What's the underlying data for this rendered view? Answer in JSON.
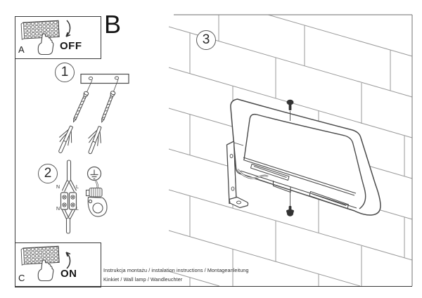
{
  "colors": {
    "background": "#ffffff",
    "outline": "#3a3a3a",
    "wall_line": "#9a9a9a",
    "lamp_line": "#4a4a4a",
    "screw_fill": "#333333",
    "text": "#1e1e1e"
  },
  "header": {
    "section_b_label": "B"
  },
  "panel_a": {
    "label": "A",
    "state_label": "OFF",
    "icons": {
      "fuse_panel": "fuse-switch-panel-icon",
      "hand": "pointing-hand-icon",
      "arrow": "curved-arrow-down-icon"
    }
  },
  "panel_c": {
    "label": "C",
    "state_label": "ON",
    "icons": {
      "fuse_panel": "fuse-switch-panel-icon",
      "hand": "pointing-hand-icon",
      "arrow": "curved-arrow-up-icon"
    }
  },
  "steps": {
    "one": {
      "number": "1",
      "illustration": "mounting-strip-with-wall-plugs-and-screws"
    },
    "two": {
      "number": "2",
      "illustration": "wire-terminal-block-and-ground-connection"
    },
    "three": {
      "number": "3",
      "illustration": "wall-lamp-mounted-on-brick-wall"
    }
  },
  "wiring": {
    "labels": {
      "n_top": "N",
      "l_top": "L",
      "n_bottom": "N",
      "l_bottom": "L"
    },
    "ground_icon": "earth-ground-symbol-icon",
    "clamp_icon": "cable-clamp-icon"
  },
  "footer": {
    "line1": "Instrukcja montażu / instalation instructions / Montageanleitung",
    "line2": "Kinkiet / Wall lamp / Wandleuchter"
  }
}
